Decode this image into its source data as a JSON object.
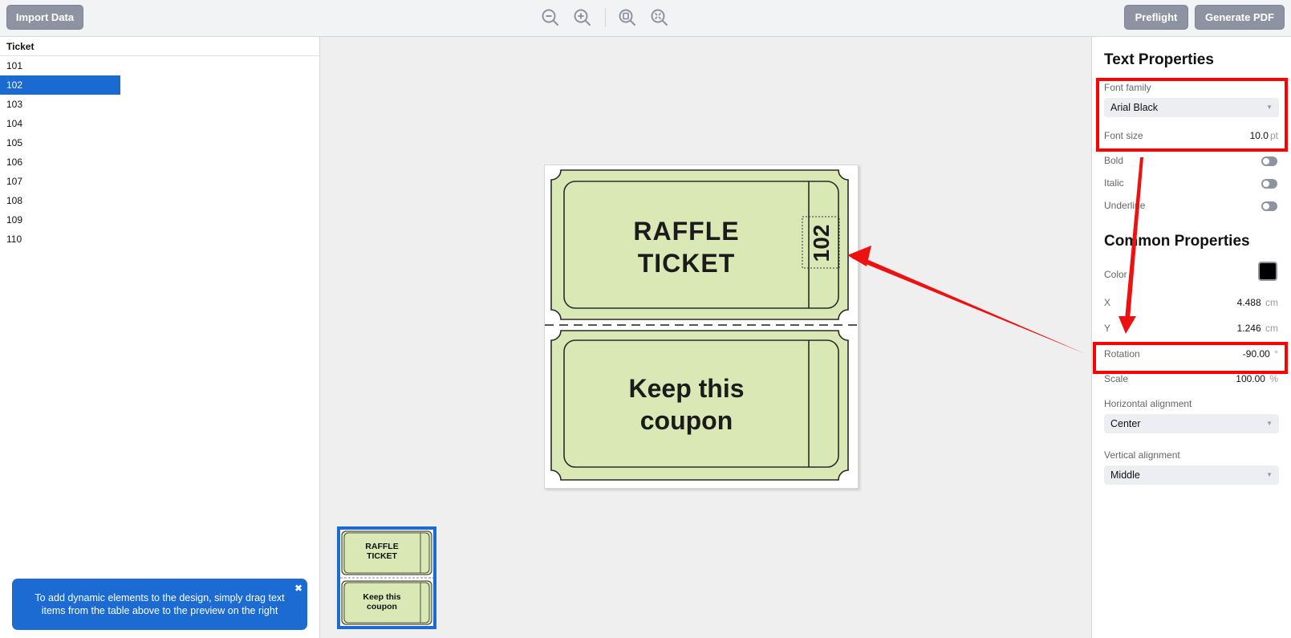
{
  "toolbar": {
    "import_label": "Import Data",
    "preflight_label": "Preflight",
    "generate_label": "Generate PDF",
    "icons": [
      "zoom-out-icon",
      "zoom-in-icon",
      "zoom-fit-page-icon",
      "zoom-fit-all-icon"
    ]
  },
  "table": {
    "header": "Ticket",
    "rows": [
      "101",
      "102",
      "103",
      "104",
      "105",
      "106",
      "107",
      "108",
      "109",
      "110"
    ],
    "selected_index": 1
  },
  "tip": {
    "text": "To add dynamic elements to the design, simply drag text items from the table above to the preview on the right",
    "close": "✖"
  },
  "design": {
    "ticket_title_line1": "RAFFLE",
    "ticket_title_line2": "TICKET",
    "ticket_number": "102",
    "coupon_line1": "Keep this",
    "coupon_line2": "coupon",
    "ticket_fill": "#d9e8b4",
    "ticket_stroke": "#2a2a2a"
  },
  "properties": {
    "text_title": "Text Properties",
    "font_family_label": "Font family",
    "font_family_value": "Arial Black",
    "font_size_label": "Font size",
    "font_size_value": "10.0",
    "font_size_unit": "pt",
    "bold_label": "Bold",
    "italic_label": "Italic",
    "underline_label": "Underline",
    "common_title": "Common Properties",
    "color_label": "Color",
    "color_value": "#000000",
    "x_label": "X",
    "x_value": "4.488",
    "x_unit": "cm",
    "y_label": "Y",
    "y_value": "1.246",
    "y_unit": "cm",
    "rotation_label": "Rotation",
    "rotation_value": "-90.00",
    "rotation_unit": "°",
    "scale_label": "Scale",
    "scale_value": "100.00",
    "scale_unit": "%",
    "halign_label": "Horizontal alignment",
    "halign_value": "Center",
    "valign_label": "Vertical alignment",
    "valign_value": "Middle"
  },
  "colors": {
    "accent": "#1b6bd3",
    "button_gray": "#8e93a1",
    "annotation_red": "#ff0000"
  }
}
